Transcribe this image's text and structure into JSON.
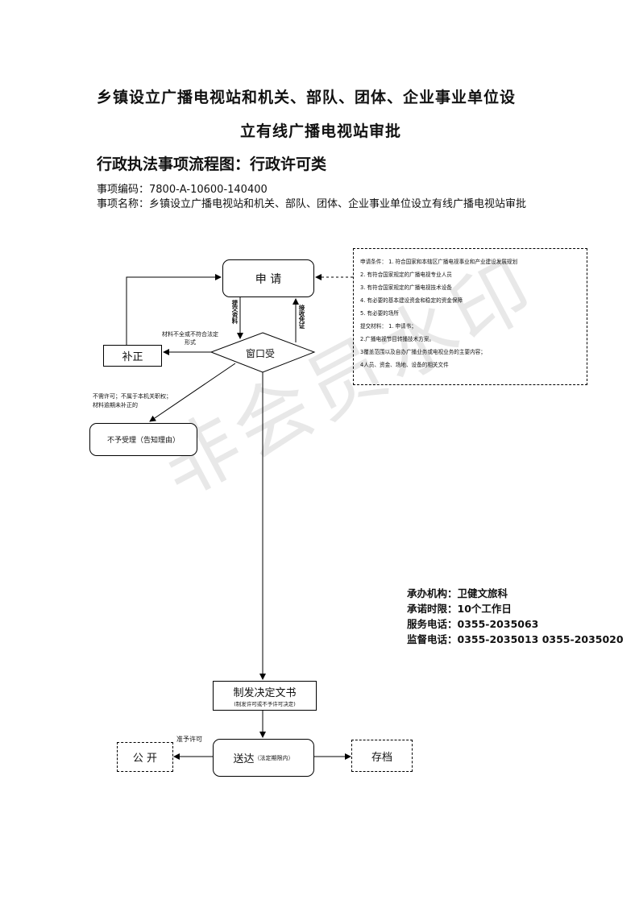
{
  "title": {
    "line1": "乡镇设立广播电视站和机关、部队、团体、企业事业单位设",
    "line2": "立有线广播电视站审批",
    "category": "行政执法事项流程图：行政许可类"
  },
  "meta": {
    "code_label": "事项编码：",
    "code_value": "7800-A-10600-140400",
    "name_label": "事项名称：",
    "name_value": "乡镇设立广播电视站和机关、部队、团体、企业事业单位设立有线广播电视站审批"
  },
  "flow": {
    "apply": "申 请",
    "submit_materials": "提交资料",
    "receive_credential": "接收凭证",
    "window_accept": "窗口受",
    "supplement": "补正",
    "supplement_note": "材料不全或不符合法定形式",
    "reject_note": "不需许可；不属于本机关职权；材料逾期未补正的",
    "reject_box": "不予受理（告知理由）",
    "decision_main": "制发决定文书",
    "decision_sub": "(制发许可或不予许可决定)",
    "deliver_main": "送达",
    "deliver_sub": "（法定期限内）",
    "publish": "公 开",
    "publish_note": "准予许可",
    "archive": "存档"
  },
  "conditions": {
    "items": [
      "申请条件： 1. 符合国家和本辖区广播电视事业和产业建设发展规划",
      "2. 有符合国家规定的广播电视专业人员",
      "3. 有符合国家规定的广播电视技术设备",
      "4. 有必要的基本建设资金和稳定的资金保障",
      "5. 有必要的场所",
      "提交材料： 1. 申请书；",
      "2.广播电视节目转播技术方案。",
      "3覆盖范围以及自办广播业务或电视业务的主要内容；",
      "4人员、资金、场地、设备的相关文件"
    ]
  },
  "info": {
    "agency": "承办机构：卫健文旅科",
    "time_limit": "承诺时限：10个工作日",
    "service_phone": "服务电话：0355-2035063",
    "supervise_phone": "监督电话：0355-2035013   0355-2035020"
  },
  "watermark": "非会员水印"
}
